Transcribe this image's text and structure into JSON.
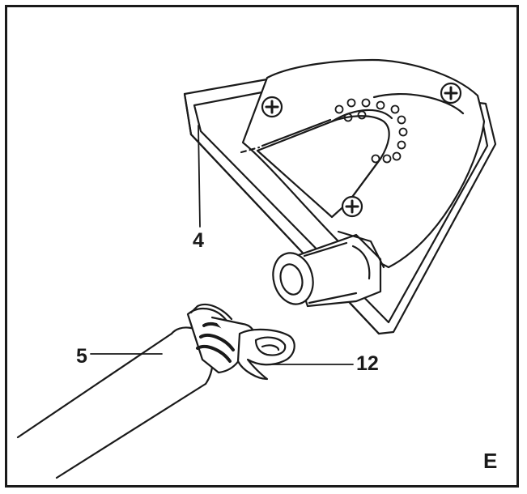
{
  "figure": {
    "letter": "E",
    "callouts": {
      "sole": "4",
      "hose": "5",
      "clamp": "12"
    }
  },
  "colors": {
    "ink": "#1a1a1a",
    "background": "#ffffff"
  }
}
